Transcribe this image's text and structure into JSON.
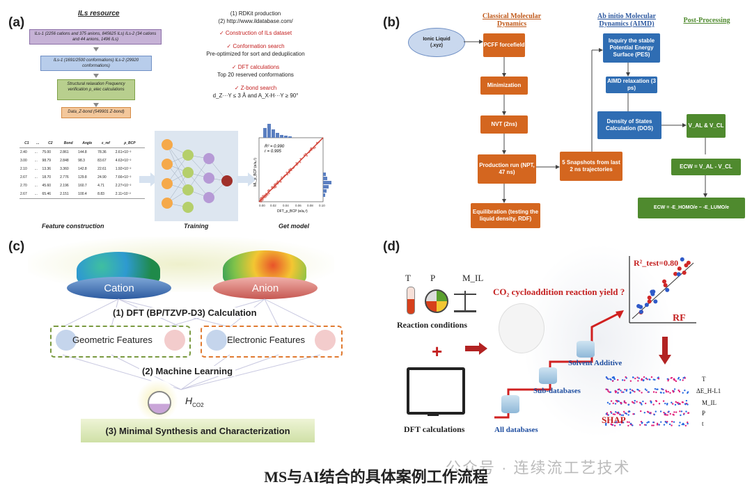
{
  "panel_a": {
    "label": "(a)",
    "resource_title": "ILs resource",
    "box1": "ILs-1 (2256 cations and 375 anions, 845625 ILs) ILs-2 (34 cations and 44 anions, 1496 ILs)",
    "box2": "ILs-1 (1691/2500 conformations) ILs-2 (29920 conformations)",
    "box3": "Structural relaxation Frequency verification ρ_elec calculations",
    "box4": "Data_Z-bond (549901 Z-bond)",
    "steps": [
      "(1) RDKit production",
      "(2) http://www.ildatabase.com/",
      "✓ Construction of ILs dataset",
      "✓ Conformation search",
      "Pre-optimized for sort and deduplication",
      "✓ DFT calculations",
      "Top 20 reserved conformations",
      "✓ Z-bond search",
      "d_Z···Y ≤ 3 Å and A_X-H···Y ≥ 90°"
    ],
    "table_headers": [
      "C1",
      "...",
      "C2",
      "Bond",
      "Angle",
      "ε_ref",
      "ρ_BCP"
    ],
    "table_rows": [
      [
        "2.40",
        "...",
        "75.00",
        "2.861",
        "144.8",
        "78.36",
        "2.61×10⁻²"
      ],
      [
        "3.00",
        "...",
        "98.79",
        "2.848",
        "98.3",
        "83.67",
        "4.63×10⁻²"
      ],
      [
        "2.10",
        "...",
        "13.36",
        "3.360",
        "142.8",
        "22.61",
        "1.92×10⁻²"
      ],
      [
        "2.67",
        "...",
        "18.70",
        "2.776",
        "129.8",
        "24.90",
        "7.66×10⁻²"
      ],
      [
        "2.70",
        "...",
        "45.60",
        "2.196",
        "160.7",
        "4.71",
        "2.27×10⁻²"
      ],
      [
        "2.67",
        "...",
        "65.46",
        "2.151",
        "100.4",
        "8.83",
        "2.11×10⁻²"
      ]
    ],
    "scatter_r2": "R² = 0.990",
    "scatter_r": "r = 0.995",
    "scatter_xlabel": "DFT_ρ_BCP (e/a₀³)",
    "scatter_ylabel": "ML_ρ_BCP (e/a₀³)",
    "scatter_ticks": [
      "0.00",
      "0.02",
      "0.04",
      "0.06",
      "0.08",
      "0.10"
    ],
    "sub_labels": [
      "Feature construction",
      "Training",
      "Get model"
    ]
  },
  "panel_b": {
    "label": "(b)",
    "col1": "Classical Molecular Dynamics",
    "col2": "Ab initio Molecular Dynamics (AIMD)",
    "col3": "Post-Processing",
    "ionic": "Ionic Liquid (.xyz)",
    "md_steps": [
      "PCFF forcefield",
      "Minimization",
      "NVT (2ns)",
      "Production run (NPT, 47 ns)",
      "Equilibration (testing the liquid density, RDF)"
    ],
    "snapshots": "5 Snapshots from last 2 ns trajectories",
    "aimd_steps": [
      "Inquiry the stable Potential Energy Surface (PES)",
      "AIMD relaxation (3 ps)",
      "Density of States Calculation (DOS)"
    ],
    "post_steps": [
      "V_AL & V_CL",
      "ECW = V_AL - V_CL",
      "ECW = -E_HOMO/e − -E_LUMO/e"
    ]
  },
  "panel_c": {
    "label": "(c)",
    "cation": "Cation",
    "anion": "Anion",
    "step1": "(1) DFT (BP/TZVP-D3) Calculation",
    "geo": "Geometric Features",
    "elec": "Electronic Features",
    "step2": "(2) Machine Learning",
    "hco2": "H",
    "hco2_sub": "CO2",
    "step3": "(3) Minimal Synthesis and Characterization"
  },
  "panel_d": {
    "label": "(d)",
    "conditions": [
      "T",
      "P",
      "M_IL"
    ],
    "reaction_conditions": "Reaction conditions",
    "question": "CO₂ cycloaddition reaction yield ?",
    "r2": "R²_test=0.80",
    "rf": "RF",
    "solvent": "Solvent Additive",
    "subdb": "Sub-databases",
    "alldb": "All databases",
    "dft": "DFT calculations",
    "shap": "SHAP",
    "features": [
      "T",
      "ΔE_H-L1",
      "M_IL",
      "P",
      "t"
    ]
  },
  "caption": "MS与AI结合的具体案例工作流程",
  "watermark": "公众号 · 连续流工艺技术"
}
